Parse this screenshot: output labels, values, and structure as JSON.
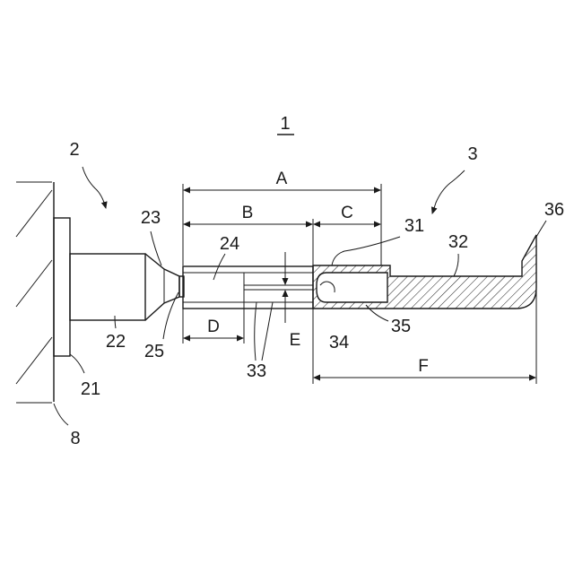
{
  "figure": {
    "number": "1"
  },
  "labels": {
    "assembly_2": "2",
    "assembly_3": "3",
    "wall": "8",
    "flange": "21",
    "shaft": "22",
    "taper": "23",
    "insert": "24",
    "tip": "25",
    "sleeve": "31",
    "rod": "32",
    "wires": "33",
    "bore": "34",
    "edge": "35",
    "hook": "36"
  },
  "dimensions": {
    "A": "A",
    "B": "B",
    "C": "C",
    "D": "D",
    "E": "E",
    "F": "F"
  }
}
